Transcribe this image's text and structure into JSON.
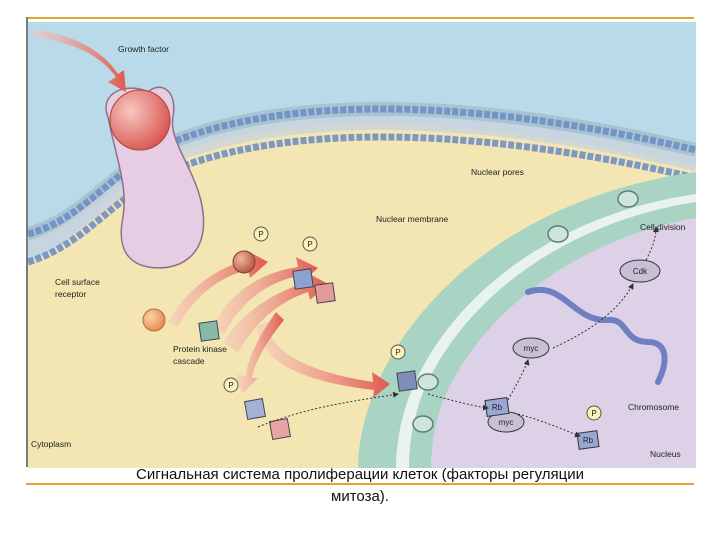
{
  "labels": {
    "growth_factor": "Growth factor",
    "nuclear_pores": "Nuclear pores",
    "nuclear_membrane": "Nuclear membrane",
    "cell_division": "Cell division",
    "cell_surface_receptor_1": "Cell surface",
    "cell_surface_receptor_2": "receptor",
    "protein_kinase_cascade_1": "Protein kinase",
    "protein_kinase_cascade_2": "cascade",
    "cdk": "Cdk",
    "myc": "myc",
    "myc2": "myc",
    "rb": "Rb",
    "rb2": "Rb",
    "chromosome": "Chromosome",
    "cytoplasm": "Cytoplasm",
    "nucleus": "Nucleus",
    "phosphate": "P"
  },
  "caption": {
    "line1": "Сигнальная система пролиферации клеток (факторы регуляции",
    "line2": "митоза)."
  },
  "colors": {
    "background_extracellular": "#b9dbe9",
    "cytoplasm": "#f3e6b3",
    "nucleus": "#ddd1e7",
    "nuclear_envelope": "#a9d3c3",
    "lipid_head": "#6f8fc4",
    "receptor": "#e7cde3",
    "growth_factor": "#e06b6b",
    "arrow_red": "#e46a5e",
    "accent_rule": "#e0a52a"
  }
}
